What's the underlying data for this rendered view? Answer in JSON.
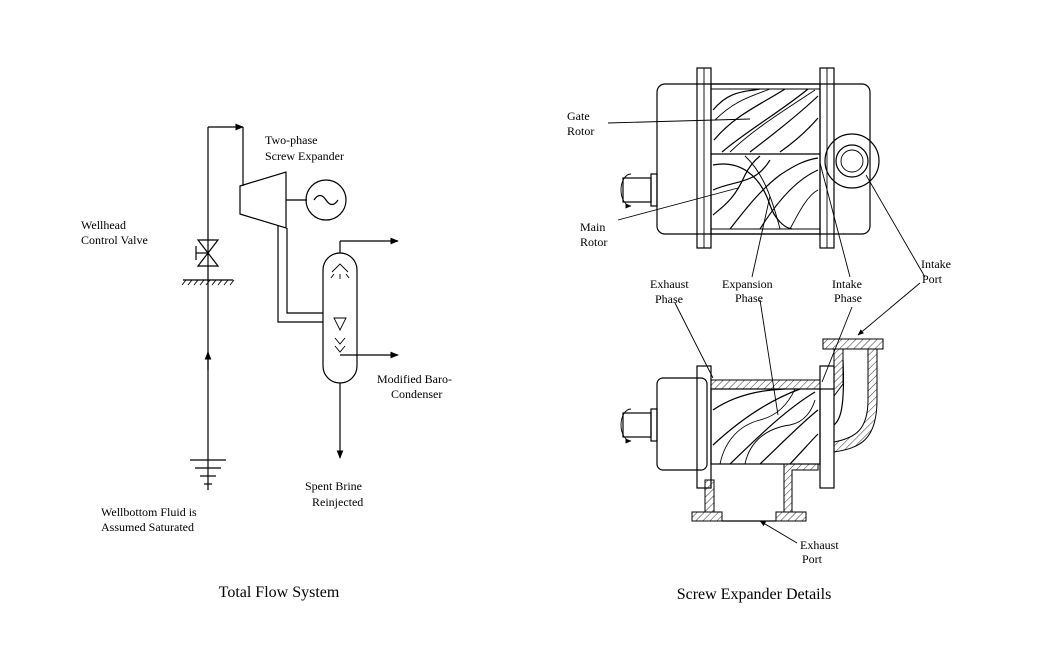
{
  "left_panel": {
    "caption": "Total Flow System",
    "labels": {
      "expander_1": "Two-phase",
      "expander_2": "Screw Expander",
      "valve_1": "Wellhead",
      "valve_2": "Control Valve",
      "condenser_1": "Modified Baro-",
      "condenser_2": "Condenser",
      "brine_1": "Spent Brine",
      "brine_2": "Reinjected",
      "fluid_1": "Wellbottom Fluid is",
      "fluid_2": "Assumed Saturated"
    }
  },
  "right_panel": {
    "caption": "Screw Expander Details",
    "labels": {
      "gate_1": "Gate",
      "gate_2": "Rotor",
      "main_1": "Main",
      "main_2": "Rotor",
      "exhaust_phase_1": "Exhaust",
      "exhaust_phase_2": "Phase",
      "expansion_1": "Expansion",
      "expansion_2": "Phase",
      "intake_phase_1": "Intake",
      "intake_phase_2": "Phase",
      "intake_port_1": "Intake",
      "intake_port_2": "Port",
      "exhaust_port_1": "Exhaust",
      "exhaust_port_2": "Port"
    }
  }
}
